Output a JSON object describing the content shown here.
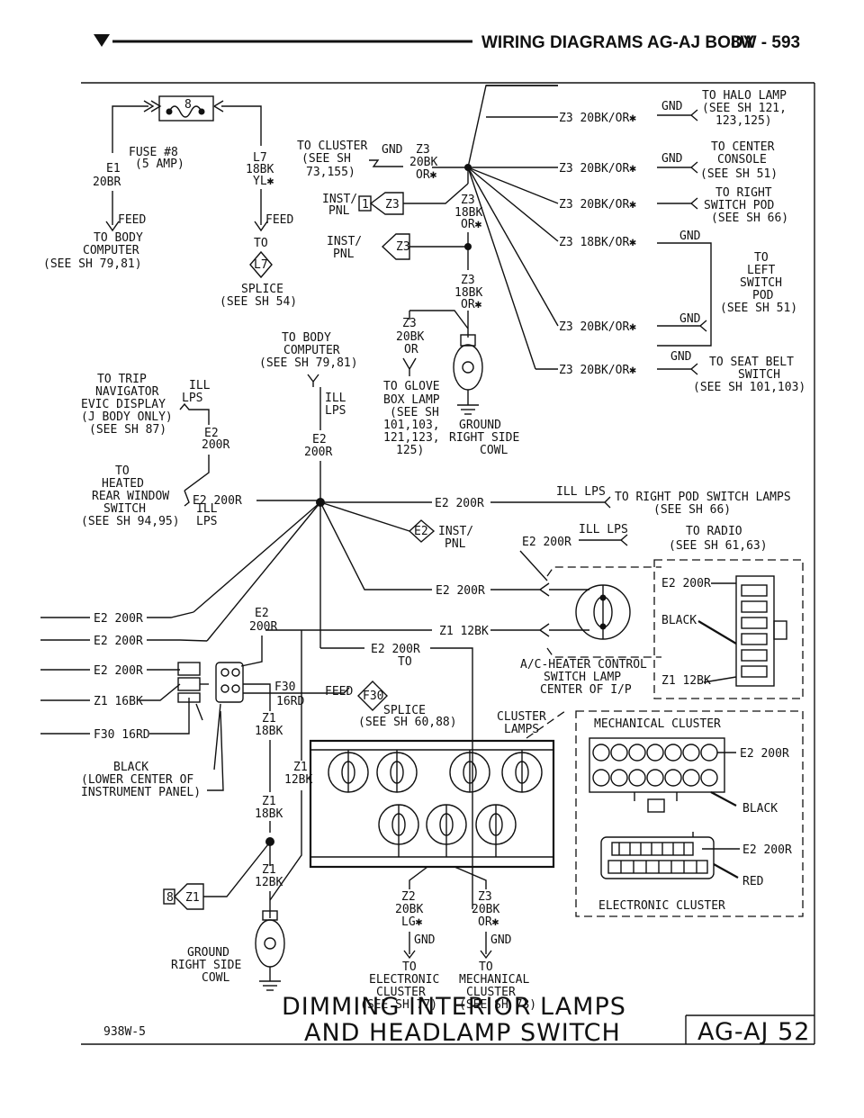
{
  "header": {
    "title": "WIRING DIAGRAMS AG-AJ BODY",
    "page": "8W - 593"
  },
  "footer": {
    "doc_code": "938W-5",
    "title_line1": "DIMMING INTERIOR LAMPS",
    "title_line2": "AND HEADLAMP SWITCH",
    "sheet": "AG-AJ 52"
  },
  "labels": {
    "fuse": [
      "FUSE #8",
      "(5 AMP)"
    ],
    "fuse_num": "8",
    "e1_left": [
      "E1",
      "20BR"
    ],
    "feed": "FEED",
    "body_computer": [
      "TO BODY",
      "COMPUTER",
      "(SEE SH 79,81)"
    ],
    "l7_wire": [
      "L7",
      "18BK",
      "YL✱"
    ],
    "feed2": "FEED",
    "to": "TO",
    "l7_conn": "L7",
    "splice_l7": [
      "SPLICE",
      "(SEE SH 54)"
    ],
    "to_cluster": [
      "TO CLUSTER",
      "(SEE SH",
      "73,155)"
    ],
    "gnd_z3": [
      "GND",
      "Z3",
      "20BK",
      "OR✱"
    ],
    "inst_pnl1": [
      "INST/",
      "PNL"
    ],
    "inst_conn1": [
      "1",
      "Z3"
    ],
    "z3_18bk_a": [
      "Z3",
      "18BK",
      "OR✱"
    ],
    "inst_pnl2": [
      "INST/",
      "PNL"
    ],
    "inst_conn2": "Z3",
    "z3_18bk_b": [
      "Z3",
      "18BK",
      "OR✱"
    ],
    "z3_20bk_c": [
      "Z3",
      "20BK",
      "OR"
    ],
    "r_wires": [
      "Z3 20BK/OR✱",
      "Z3 20BK/OR✱",
      "Z3 20BK/OR✱",
      "Z3 18BK/OR✱",
      "Z3 20BK/OR✱",
      "Z3 20BK/OR✱"
    ],
    "gnd": "GND",
    "halo": [
      "TO HALO LAMP",
      "(SEE SH 121,",
      "123,125)"
    ],
    "center_console": [
      "TO CENTER",
      "CONSOLE",
      "(SEE SH 51)"
    ],
    "right_pod": [
      "TO RIGHT",
      "SWITCH POD",
      "(SEE SH 66)"
    ],
    "left_pod": [
      "TO",
      "LEFT",
      "SWITCH",
      "POD",
      "(SEE SH 51)"
    ],
    "seat_belt": [
      "TO SEAT BELT",
      "SWITCH",
      "(SEE SH 101,103)"
    ],
    "glove_box": [
      "TO GLOVE",
      "BOX LAMP",
      "(SEE SH",
      "101,103,",
      "121,123,",
      "125)"
    ],
    "ground_rsc": [
      "GROUND",
      "RIGHT SIDE",
      "COWL"
    ],
    "body_computer2": [
      "TO BODY",
      "COMPUTER",
      "(SEE SH 79,81)"
    ],
    "ill_lps": [
      "ILL",
      "LPS"
    ],
    "e2_200r": [
      "E2",
      "200R"
    ],
    "trip_nav": [
      "TO TRIP",
      "NAVIGATOR",
      "EVIC DISPLAY",
      "(J BODY ONLY)",
      "(SEE SH 87)"
    ],
    "ill_lps2": [
      "ILL",
      "LPS"
    ],
    "e2_200r_b": [
      "E2",
      "200R"
    ],
    "heated_rear": [
      "TO",
      "HEATED",
      "REAR WINDOW",
      "SWITCH",
      "(SEE SH 94,95)"
    ],
    "ill_lps3": [
      "ILL",
      "LPS"
    ],
    "e2_h": "E2 200R",
    "e2_200r_line": "E2 200R",
    "ill_lps_r": "ILL LPS",
    "right_pod_lamps": [
      "TO RIGHT POD SWITCH LAMPS",
      "(SEE SH 66)"
    ],
    "inst_pnl_e2": [
      "E2",
      "INST/",
      "PNL"
    ],
    "e2_radio": "E2 200R",
    "ill_lps_radio": "ILL LPS",
    "to_radio": [
      "TO RADIO",
      "(SEE SH 61,63)"
    ],
    "e2_200r_mid": "E2 200R",
    "z1_12bk_mid": "Z1 12BK",
    "e2_200r_mid2": "E2 200R",
    "to2": "TO",
    "ac_heater": [
      "A/C-HEATER CONTROL",
      "SWITCH LAMP",
      "CENTER OF I/P"
    ],
    "conn_labels_ac": [
      "E2 200R",
      "BLACK",
      "Z1 12BK"
    ],
    "left_wires": [
      "E2 200R",
      "E2 200R",
      "E2 200R",
      "Z1 16BK",
      "F30 16RD"
    ],
    "e2_200r_c": [
      "E2",
      "200R"
    ],
    "f30": [
      "F30",
      "16RD"
    ],
    "feed_f30": "FEED",
    "f30_conn": "F30",
    "splice_f30": [
      "SPLICE",
      "(SEE SH 60,88)"
    ],
    "z1_18bk": [
      "Z1",
      "18BK"
    ],
    "z1_12bk": [
      "Z1",
      "12BK"
    ],
    "z1_18bk_b": [
      "Z1",
      "18BK"
    ],
    "z1_12bk_b": [
      "Z1",
      "12BK"
    ],
    "black_lower": [
      "BLACK",
      "(LOWER CENTER OF",
      "INSTRUMENT PANEL)"
    ],
    "cluster_lamps": [
      "CLUSTER",
      "LAMPS"
    ],
    "mech_cluster": "MECHANICAL CLUSTER",
    "mech_labels": [
      "E2 200R",
      "BLACK"
    ],
    "elec_labels": [
      "E2 200R",
      "RED"
    ],
    "elec_cluster": "ELECTRONIC CLUSTER",
    "z1_conn": [
      "8",
      "Z1"
    ],
    "z2_wire": [
      "Z2",
      "20BK",
      "LG✱"
    ],
    "z3_wire": [
      "Z3",
      "20BK",
      "OR✱"
    ],
    "gnd_to": [
      "GND",
      "TO"
    ],
    "elec_to": [
      "ELECTRONIC",
      "CLUSTER",
      "(SEE SH 77)"
    ],
    "mech_to": [
      "MECHANICAL",
      "CLUSTER",
      "(SEE SH 73)"
    ],
    "ground_rsc2": [
      "GROUND",
      "RIGHT SIDE",
      "COWL"
    ]
  }
}
